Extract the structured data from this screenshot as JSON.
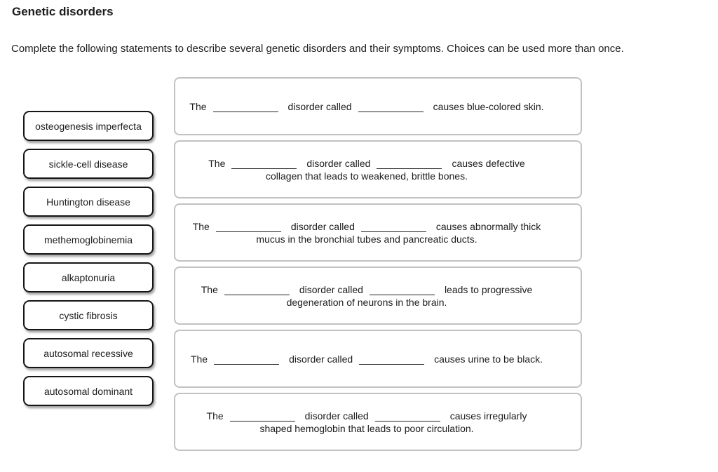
{
  "header": {
    "title": "Genetic disorders",
    "instructions": "Complete the following statements to describe several genetic disorders and their symptoms. Choices can be used more than once."
  },
  "choices": [
    {
      "label": "osteogenesis imperfecta"
    },
    {
      "label": "sickle-cell disease"
    },
    {
      "label": "Huntington disease"
    },
    {
      "label": "methemoglobinemia"
    },
    {
      "label": "alkaptonuria"
    },
    {
      "label": "cystic fibrosis"
    },
    {
      "label": "autosomal recessive"
    },
    {
      "label": "autosomal dominant"
    }
  ],
  "statements": [
    {
      "pre": "The",
      "mid": "disorder called",
      "post": "causes blue-colored skin."
    },
    {
      "pre": "The",
      "mid": "disorder called",
      "post": "causes defective",
      "line2": "collagen that leads to weakened, brittle bones."
    },
    {
      "pre": "The",
      "mid": "disorder called",
      "post": "causes abnormally thick",
      "line2": "mucus in the bronchial tubes and pancreatic ducts."
    },
    {
      "pre": "The",
      "mid": "disorder called",
      "post": "leads to progressive",
      "line2": "degeneration of neurons in the brain."
    },
    {
      "pre": "The",
      "mid": "disorder called",
      "post": "causes urine to be black."
    },
    {
      "pre": "The",
      "mid": "disorder called",
      "post": "causes irregularly",
      "line2": "shaped hemoglobin that leads to poor circulation."
    }
  ],
  "colors": {
    "text": "#1c1c1c",
    "chip_border": "#151515",
    "box_border": "#c2c2c2",
    "background": "#ffffff"
  }
}
